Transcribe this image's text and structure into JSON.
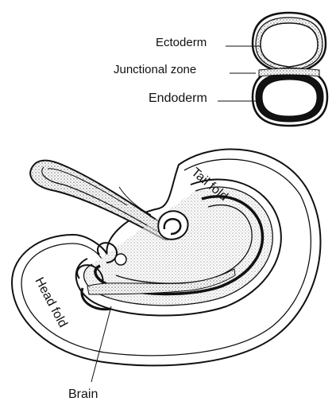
{
  "labels": {
    "ectoderm": "Ectoderm",
    "junctional_zone": "Junctional zone",
    "endoderm": "Endoderm",
    "tail_fold": "Tail fold",
    "head_fold": "Head fold",
    "brain": "Brain"
  },
  "colors": {
    "ink": "#111111",
    "stipple": "#9a9a9a",
    "paper": "#ffffff"
  }
}
